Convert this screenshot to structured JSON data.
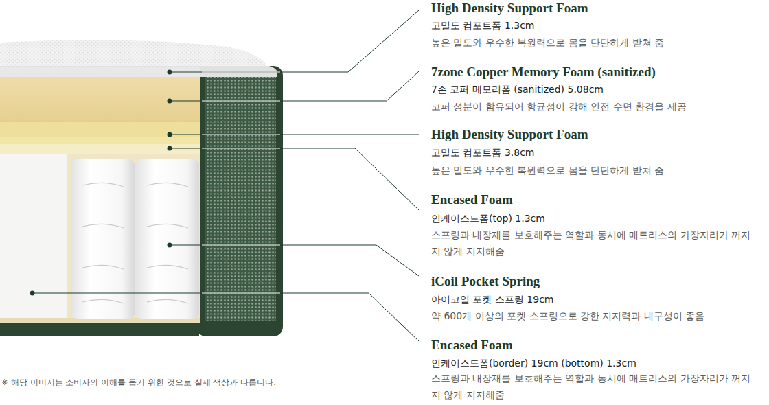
{
  "diagram": {
    "labels": [
      "High Density Support Foam",
      "고밀도 컴포트폼 1.3cm",
      "높은 밀도와 우수한 복원력으로 몸을 단단하게 받쳐 줌",
      "7zone Copper Memory Foam (sanitized)",
      "7존 코퍼 메모리폼 (sanitized) 5.08cm",
      "코퍼 성분이 함유되어 항균성이 강해 인전 수면 환경을 제공",
      "High Density Support Foam",
      "고밀도 컴포트폼 3.8cm",
      "높은 밀도와 우수한 복원력으로 몸을 단단하게 받쳐 줌",
      "Encased Foam",
      "인케이스드폼(top) 1.3cm",
      "스프링과 내장재를 보호해주는 역할과 동시에 매트리스의 가장자리가 꺼지지 않게 지지해줌",
      "iCoil Pocket Spring",
      "아이코일 포켓 스프링 19cm",
      "약 600개 이상의 포켓 스프링으로 강한 지지력과 내구성이 좋음",
      "Encased Foam",
      "인케이스드폼(border) 19cm (bottom) 1.3cm",
      "스프링과 내장재를 보호해주는 역할과 동시에 매트리스의 가장자리가 꺼지지 않게 지지해줌",
      "※ 해당 이미지는 소비자의 이해를 돕기 위한 것으로 실제 색상과 다릅니다."
    ]
  }
}
